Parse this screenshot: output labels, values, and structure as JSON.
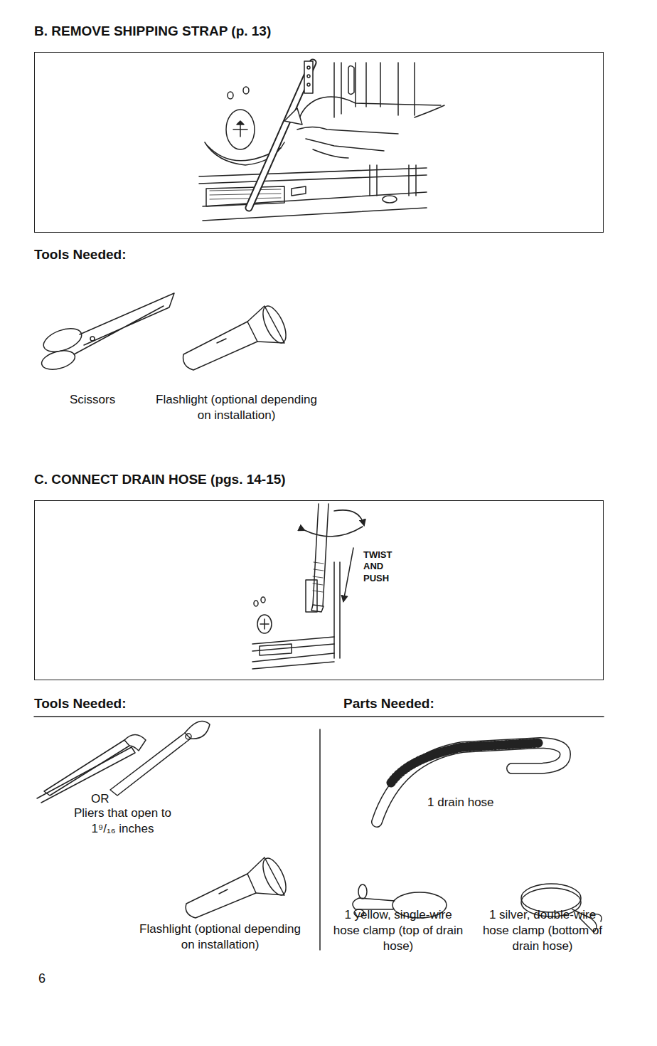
{
  "diagram": {
    "nodes": [
      {
        "text": [
          "B. REMOVE SHIPPING STRAP (p. 13)"
        ]
      },
      {
        "text": [
          "C. CONNECT DRAIN HOSE (pgs. 14-15)",
          "TWIST AND PUSH"
        ]
      }
    ],
    "labels": [
      "Tools Needed:",
      "Scissors",
      "Flashlight (optional depending on installation)",
      "Tools Needed:",
      "Parts Needed:",
      "OR",
      "Pliers that open to 1⁹/₁₆ inches",
      "Flashlight (optional depending on installation)",
      "1 drain hose",
      "1 yellow, single-wire hose clamp (top of drain hose)",
      "1 silver, double-wire hose clamp (bottom of drain hose)",
      "6"
    ]
  }
}
